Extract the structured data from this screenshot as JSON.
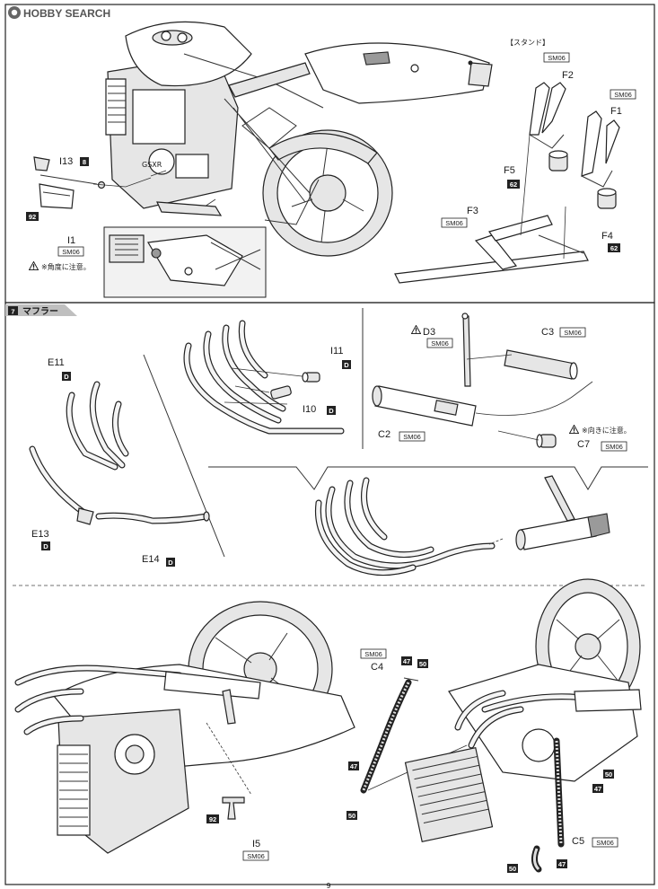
{
  "watermark": {
    "brand": "HOBBY SEARCH"
  },
  "stand_section": {
    "title": "【スタンド】",
    "parts": {
      "F1": {
        "label": "F1",
        "tag": "SM06"
      },
      "F2": {
        "label": "F2",
        "tag": "SM06"
      },
      "F3": {
        "label": "F3",
        "tag": "SM06"
      },
      "F4": {
        "label": "F4",
        "tag": "62"
      },
      "F5": {
        "label": "F5",
        "tag": "62"
      }
    }
  },
  "top_section": {
    "parts": {
      "I13": {
        "label": "I13",
        "tag": "8"
      },
      "I1": {
        "label": "I1",
        "tag": "SM06"
      },
      "p92": {
        "tag": "92"
      }
    },
    "caution": "※角度に注意。"
  },
  "step7": {
    "number": "7",
    "title": "マフラー",
    "parts": {
      "E11": {
        "label": "E11",
        "tag": "D"
      },
      "E13": {
        "label": "E13",
        "tag": "D"
      },
      "E14": {
        "label": "E14",
        "tag": "D"
      },
      "I11": {
        "label": "I11",
        "tag": "D"
      },
      "I10": {
        "label": "I10",
        "tag": "D"
      },
      "D3": {
        "label": "D3",
        "tag": "SM06"
      },
      "C3": {
        "label": "C3",
        "tag": "SM06"
      },
      "C2": {
        "label": "C2",
        "tag": "SM06"
      },
      "C7": {
        "label": "C7",
        "tag": "SM06"
      }
    },
    "caution": "※向きに注意。"
  },
  "bottom_section": {
    "parts": {
      "C4": {
        "label": "C4",
        "tag": "SM06"
      },
      "C5": {
        "label": "C5",
        "tag": "SM06"
      },
      "I5": {
        "label": "I5",
        "tag": "SM06"
      },
      "p92": {
        "tag": "92"
      },
      "p47a": {
        "tag": "47"
      },
      "p50a": {
        "tag": "50"
      },
      "p47b": {
        "tag": "47"
      },
      "p50b": {
        "tag": "50"
      },
      "p50c": {
        "tag": "50"
      },
      "p47c": {
        "tag": "47"
      },
      "p50d": {
        "tag": "50"
      },
      "p47d": {
        "tag": "47"
      }
    }
  },
  "page_number": "9"
}
